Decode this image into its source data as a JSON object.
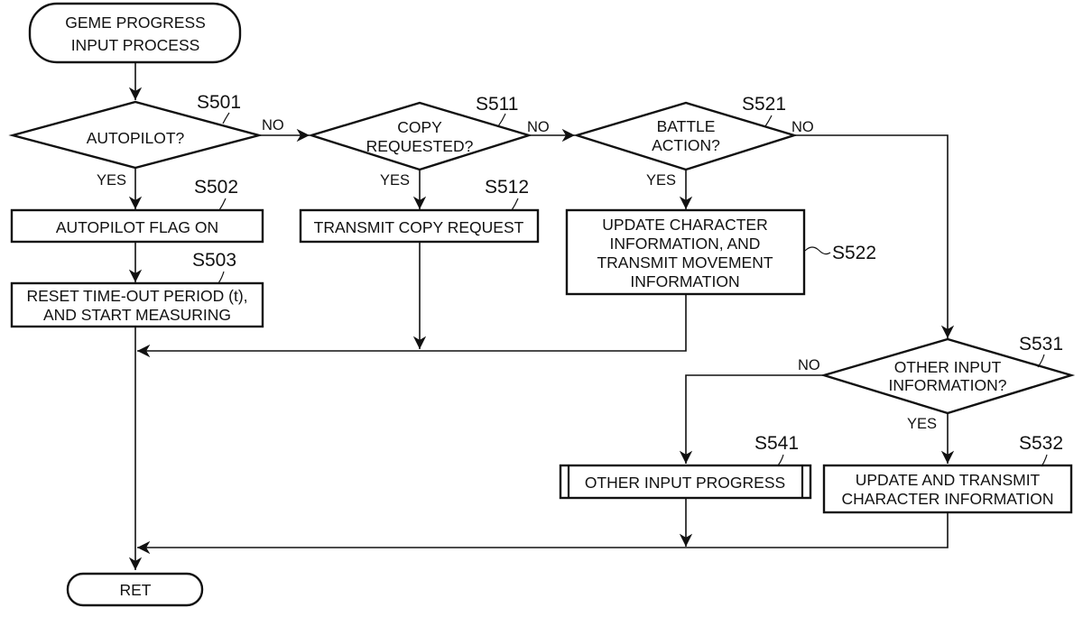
{
  "title": "GEME PROGRESS INPUT PROCESS flowchart",
  "nodes": {
    "start": {
      "lines": [
        "GEME PROGRESS",
        "INPUT PROCESS"
      ]
    },
    "s501": {
      "step": "S501",
      "lines": [
        "AUTOPILOT?"
      ]
    },
    "s502": {
      "step": "S502",
      "lines": [
        "AUTOPILOT FLAG ON"
      ]
    },
    "s503": {
      "step": "S503",
      "lines": [
        "RESET TIME-OUT PERIOD (t),",
        "AND START MEASURING"
      ]
    },
    "s511": {
      "step": "S511",
      "lines": [
        "COPY",
        "REQUESTED?"
      ]
    },
    "s512": {
      "step": "S512",
      "lines": [
        "TRANSMIT COPY REQUEST"
      ]
    },
    "s521": {
      "step": "S521",
      "lines": [
        "BATTLE",
        "ACTION?"
      ]
    },
    "s522": {
      "step": "S522",
      "lines": [
        "UPDATE CHARACTER",
        "INFORMATION, AND",
        "TRANSMIT MOVEMENT",
        "INFORMATION"
      ]
    },
    "s531": {
      "step": "S531",
      "lines": [
        "OTHER INPUT",
        "INFORMATION?"
      ]
    },
    "s532": {
      "step": "S532",
      "lines": [
        "UPDATE AND TRANSMIT",
        "CHARACTER INFORMATION"
      ]
    },
    "s541": {
      "step": "S541",
      "lines": [
        "OTHER INPUT PROGRESS"
      ]
    },
    "end": {
      "lines": [
        "RET"
      ]
    }
  },
  "branch_labels": {
    "yes": "YES",
    "no": "NO"
  }
}
